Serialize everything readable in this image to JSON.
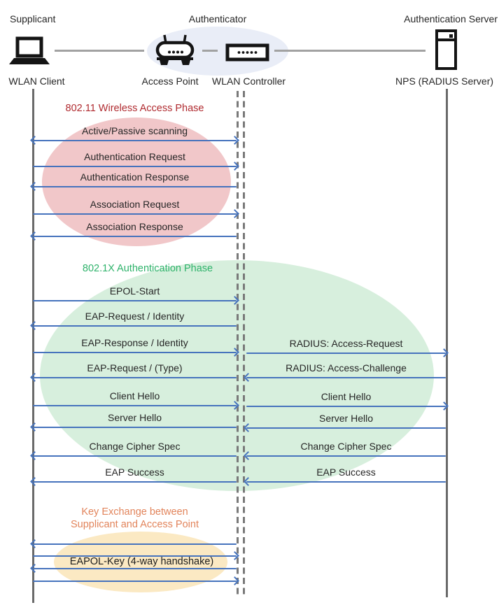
{
  "actors": {
    "supplicant": {
      "role": "Supplicant",
      "device": "WLAN Client"
    },
    "authenticator": {
      "role": "Authenticator",
      "device_ap": "Access Point",
      "device_wlc": "WLAN Controller"
    },
    "auth_server": {
      "role": "Authentication Server",
      "device": "NPS (RADIUS Server)"
    }
  },
  "phases": {
    "p1": {
      "title": "802.11 Wireless Access Phase",
      "color": "#b02b30",
      "fill": "#f1c7c9"
    },
    "p2": {
      "title": "802.1X Authentication Phase",
      "color": "#2fb36b",
      "fill": "#d7efdd"
    },
    "p3": {
      "title_line1": "Key Exchange between",
      "title_line2": "Supplicant and Access Point",
      "color": "#e2845b",
      "fill": "#fbe9c3",
      "bubble_label": "EAPOL-Key (4-way handshake)"
    }
  },
  "messages": {
    "phase1": [
      {
        "label": "Active/Passive scanning",
        "direction": "both",
        "from": "WLAN Client",
        "to": "WLAN Controller"
      },
      {
        "label": "Authentication Request",
        "direction": "right",
        "from": "WLAN Client",
        "to": "WLAN Controller"
      },
      {
        "label": "Authentication Response",
        "direction": "left",
        "from": "WLAN Controller",
        "to": "WLAN Client"
      },
      {
        "label": "Association Request",
        "direction": "right",
        "from": "WLAN Client",
        "to": "WLAN Controller"
      },
      {
        "label": "Association Response",
        "direction": "left",
        "from": "WLAN Controller",
        "to": "WLAN Client"
      }
    ],
    "phase2_left": [
      {
        "label": "EPOL-Start",
        "direction": "right"
      },
      {
        "label": "EAP-Request / Identity",
        "direction": "left"
      },
      {
        "label": "EAP-Response / Identity",
        "direction": "right"
      },
      {
        "label": "EAP-Request / (Type)",
        "direction": "left"
      },
      {
        "label": "Client Hello",
        "direction": "right"
      },
      {
        "label": "Server Hello",
        "direction": "left"
      },
      {
        "label": "Change Cipher Spec",
        "direction": "left"
      },
      {
        "label": "EAP Success",
        "direction": "left"
      }
    ],
    "phase2_right": [
      {
        "label": "RADIUS: Access-Request",
        "direction": "right"
      },
      {
        "label": "RADIUS: Access-Challenge",
        "direction": "left"
      },
      {
        "label": "Client Hello",
        "direction": "right"
      },
      {
        "label": "Server Hello",
        "direction": "left"
      },
      {
        "label": "Change Cipher Spec",
        "direction": "left"
      },
      {
        "label": "EAP Success",
        "direction": "left"
      }
    ],
    "phase3_arrows": [
      "left",
      "right",
      "left",
      "right"
    ]
  },
  "colors": {
    "arrow": "#4673bd",
    "lifeline": "#6a6a6a",
    "connector": "#a2a2a2",
    "authenticator_fill": "#e9edf7",
    "label_text": "#262626"
  }
}
